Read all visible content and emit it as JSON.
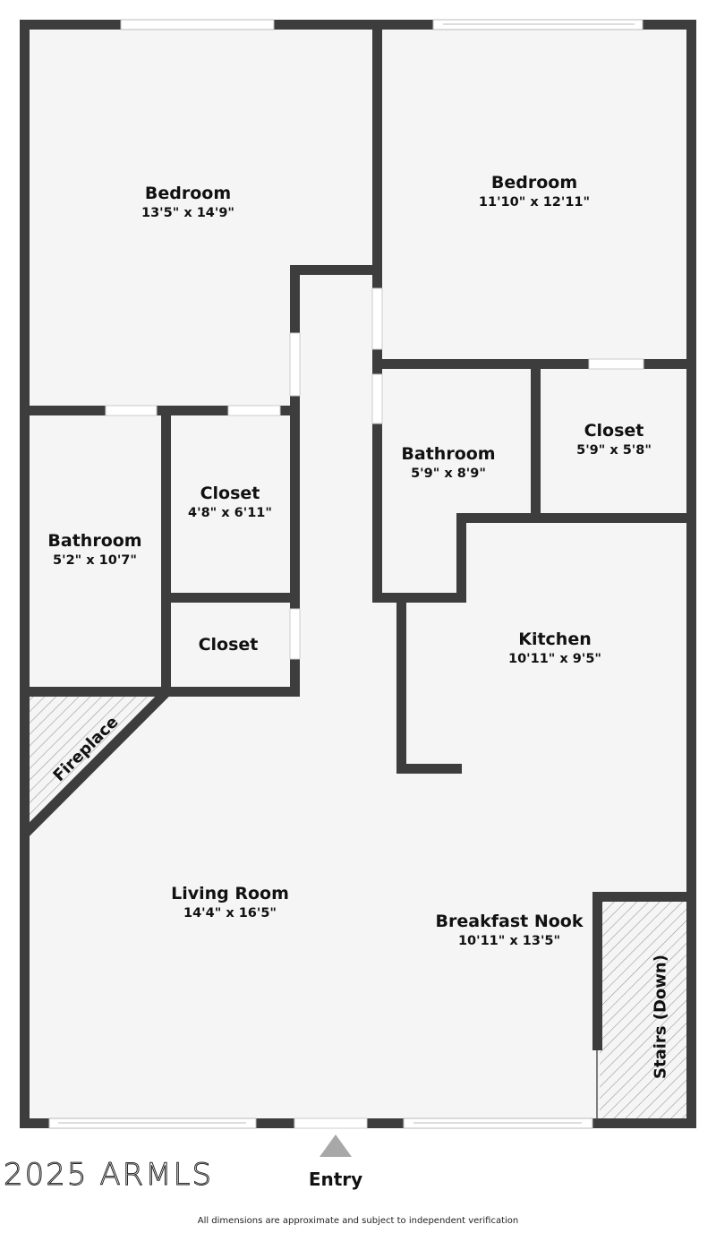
{
  "plan": {
    "wall_color": "#3d3d3d",
    "floor_color": "#f5f5f5",
    "hatch_color": "#999999"
  },
  "rooms": {
    "bedroom_left": {
      "name": "Bedroom",
      "dims": "13'5\" x 14'9\""
    },
    "bedroom_right": {
      "name": "Bedroom",
      "dims": "11'10\" x 12'11\""
    },
    "bathroom_left": {
      "name": "Bathroom",
      "dims": "5'2\" x 10'7\""
    },
    "closet_mid_upper": {
      "name": "Closet",
      "dims": "4'8\" x 6'11\""
    },
    "closet_mid_lower": {
      "name": "Closet"
    },
    "bathroom_right": {
      "name": "Bathroom",
      "dims": "5'9\" x 8'9\""
    },
    "closet_right": {
      "name": "Closet",
      "dims": "5'9\" x 5'8\""
    },
    "kitchen": {
      "name": "Kitchen",
      "dims": "10'11\" x 9'5\""
    },
    "living_room": {
      "name": "Living Room",
      "dims": "14'4\" x 16'5\""
    },
    "breakfast_nook": {
      "name": "Breakfast Nook",
      "dims": "10'11\" x 13'5\""
    }
  },
  "features": {
    "fireplace": "Fireplace",
    "stairs": "Stairs (Down)",
    "entry": "Entry"
  },
  "footer": {
    "watermark": "2025 ARMLS",
    "disclaimer": "All dimensions are approximate and subject to independent verification"
  }
}
